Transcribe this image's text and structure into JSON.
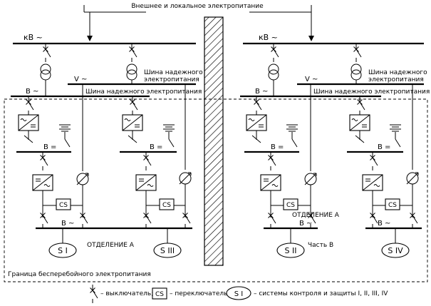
{
  "header": {
    "top_label": "Внешнее и локальное электропитание"
  },
  "left": {
    "kv_label": "кВ ~",
    "v_label": "V ~",
    "reliable_bus_upper": "Шина надежного",
    "reliable_bus_upper2": "электропитания",
    "reliable_bus_lower": "Шина надежного электропитания",
    "b_ac_label": "В ~",
    "b_dc_label_1": "В =",
    "b_dc_label_2": "В =",
    "cs_1": "CS",
    "cs_2": "CS",
    "b_out_label": "В ~",
    "dept_label": "ОТДЕЛЕНИЕ А",
    "sys_1": "S I",
    "sys_2": "S III"
  },
  "right": {
    "kv_label": "кВ ~",
    "v_label": "V ~",
    "reliable_bus_upper": "Шина надежного",
    "reliable_bus_upper2": "электропитания",
    "reliable_bus_lower": "Шина надежного электропитания",
    "b_ac_label": "В ~",
    "b_dc_label_1": "В =",
    "b_dc_label_2": "В =",
    "cs_1": "CS",
    "cs_2": "CS",
    "b_out_label_1": "В ~",
    "b_out_label_2": "В ~",
    "dept_label": "ОТДЕЛЕНИЕ А",
    "part_label": "Часть В",
    "sys_1": "S II",
    "sys_2": "S IV"
  },
  "boundary_label": "Граница бесперебойного электропитания",
  "legend": {
    "switch_text": "– выключатель;",
    "cs_symbol": "CS",
    "cs_text": "– переключатель;",
    "sys_symbol": "S I",
    "sys_text": "– системы контроля и защиты I, II, III, IV"
  }
}
